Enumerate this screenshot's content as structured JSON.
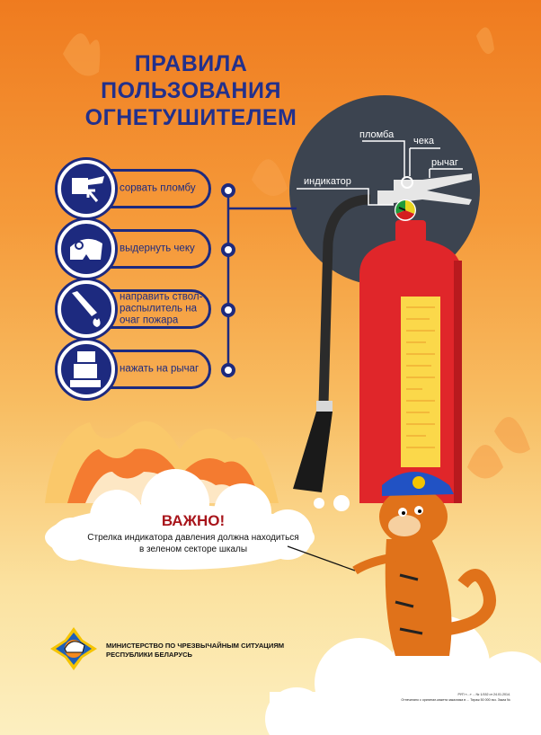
{
  "title": [
    "ПРАВИЛА",
    "ПОЛЬЗОВАНИЯ",
    "ОГНЕТУШИТЕЛЕМ"
  ],
  "steps": [
    {
      "label": "сорвать пломбу",
      "icon": "seal-break-icon"
    },
    {
      "label": "выдернуть чеку",
      "icon": "pull-pin-icon"
    },
    {
      "label": "направить ствол-распылитель на очаг пожара",
      "icon": "aim-nozzle-icon"
    },
    {
      "label": "нажать на рычаг",
      "icon": "press-lever-icon"
    }
  ],
  "parts": {
    "seal": "пломба",
    "pin": "чека",
    "lever": "рычаг",
    "indicator": "индикатор"
  },
  "notice": {
    "heading": "ВАЖНО!",
    "text": "Стрелка индикатора давления должна находиться в зеленом секторе шкалы"
  },
  "footer": {
    "ministry_line1": "МИНИСТЕРСТВО ПО ЧРЕЗВЫЧАЙНЫМ СИТУАЦИЯМ",
    "ministry_line2": "РЕСПУБЛИКИ БЕЛАРУСЬ",
    "fine_print_1": "РУП «...» ... № 1/152 от 24.01.2014.",
    "fine_print_2": "Отпечатано с оригинал-макета заказчика в ... Тираж 50 000 экз. Заказ №"
  },
  "colors": {
    "accent_blue": "#1d2a7f",
    "important_red": "#a8151b",
    "extinguisher_red": "#e0262a"
  }
}
